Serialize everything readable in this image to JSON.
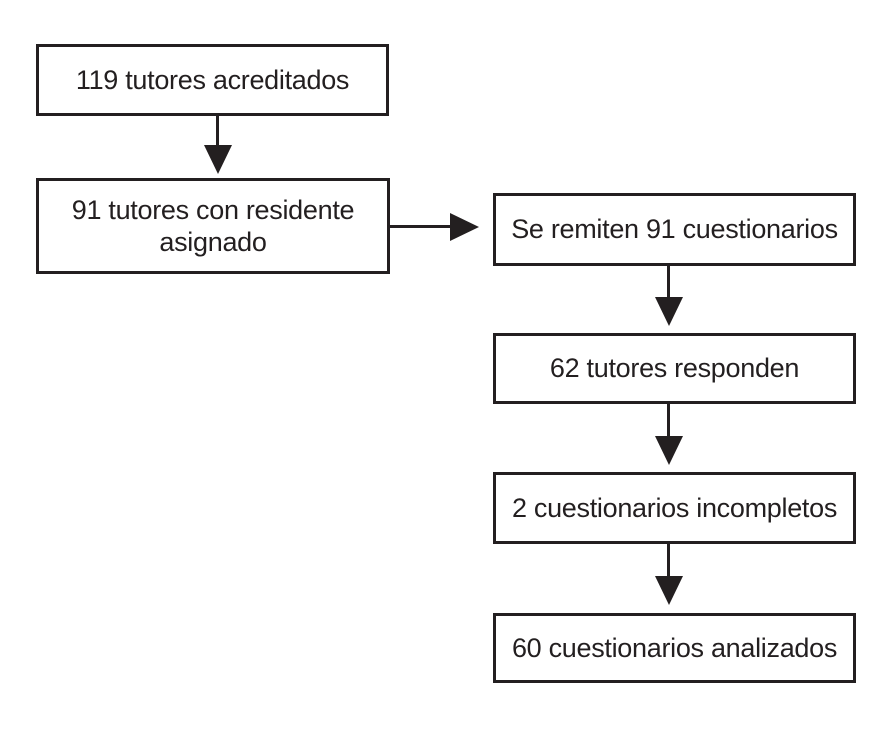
{
  "figure": {
    "type": "flowchart",
    "background_color": "#ffffff",
    "ink_color": "#231f20",
    "nodes": [
      {
        "id": "tutores-acreditados",
        "label": "119 tutores acreditados"
      },
      {
        "id": "tutores-con-residente",
        "label": "91 tutores con residente asignado"
      },
      {
        "id": "cuestionarios-remitidos",
        "label": "Se remiten 91 cuestionarios"
      },
      {
        "id": "tutores-responden",
        "label": "62 tutores responden"
      },
      {
        "id": "cuestionarios-incompletos",
        "label": "2 cuestionarios incompletos"
      },
      {
        "id": "cuestionarios-analizados",
        "label": "60 cuestionarios analizados"
      }
    ],
    "edges": [
      {
        "from": "tutores-acreditados",
        "to": "tutores-con-residente",
        "direction": "down"
      },
      {
        "from": "tutores-con-residente",
        "to": "cuestionarios-remitidos",
        "direction": "right"
      },
      {
        "from": "cuestionarios-remitidos",
        "to": "tutores-responden",
        "direction": "down"
      },
      {
        "from": "tutores-responden",
        "to": "cuestionarios-incompletos",
        "direction": "down"
      },
      {
        "from": "cuestionarios-incompletos",
        "to": "cuestionarios-analizados",
        "direction": "down"
      }
    ]
  }
}
